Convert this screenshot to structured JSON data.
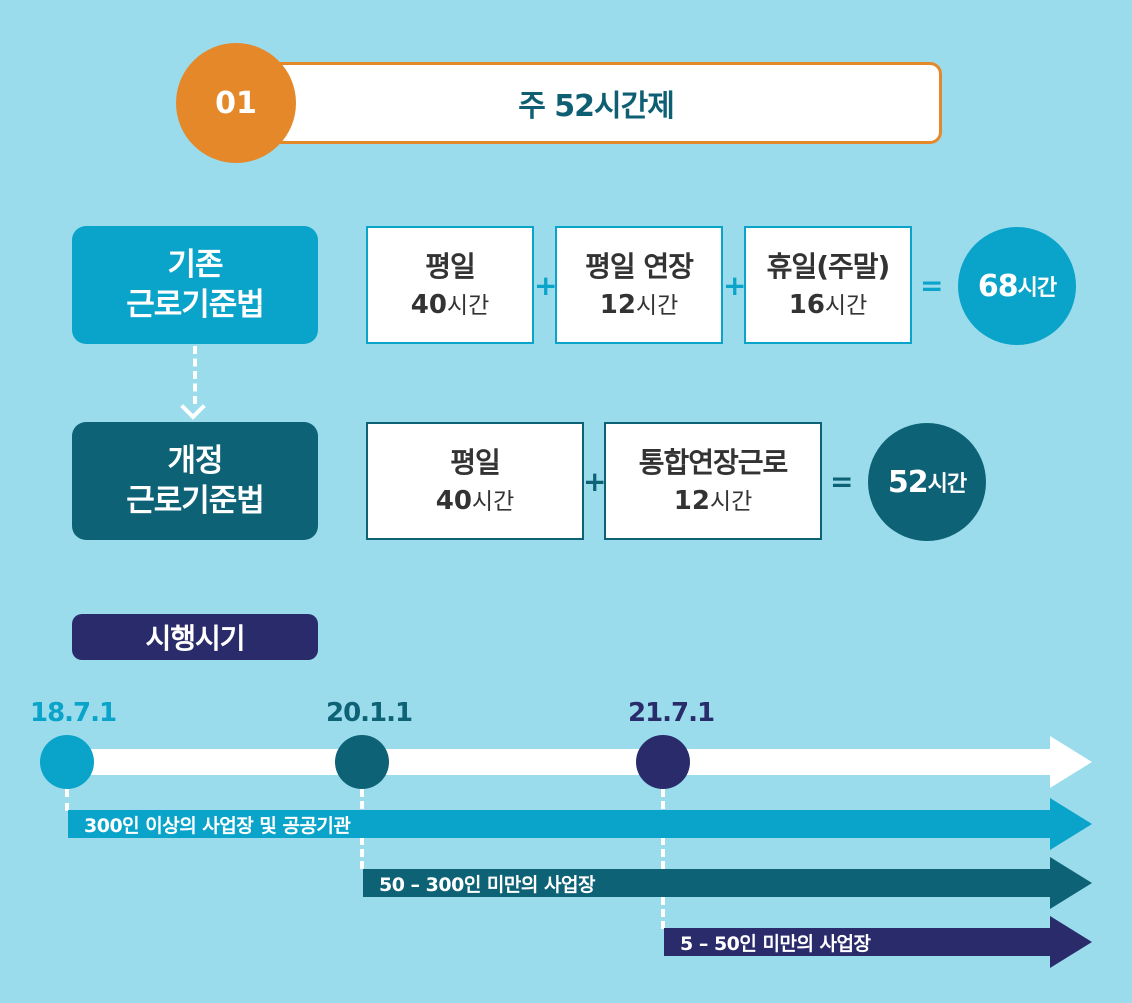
{
  "header": {
    "number": "01",
    "title": "주 52시간제"
  },
  "old_law": {
    "label_line1": "기존",
    "label_line2": "근로기준법",
    "items": [
      {
        "title": "평일",
        "hours": "40",
        "unit": "시간"
      },
      {
        "title": "평일 연장",
        "hours": "12",
        "unit": "시간"
      },
      {
        "title": "휴일(주말)",
        "hours": "16",
        "unit": "시간"
      }
    ],
    "total_value": "68",
    "total_unit": "시간"
  },
  "new_law": {
    "label_line1": "개정",
    "label_line2": "근로기준법",
    "items": [
      {
        "title": "평일",
        "hours": "40",
        "unit": "시간"
      },
      {
        "title": "통합연장근로",
        "hours": "12",
        "unit": "시간"
      }
    ],
    "total_value": "52",
    "total_unit": "시간"
  },
  "operators": {
    "plus": "+",
    "equals": "="
  },
  "timeline": {
    "heading": "시행시기",
    "dates": [
      "18.7.1",
      "20.1.1",
      "21.7.1"
    ],
    "bars": [
      "300인 이상의 사업장 및 공공기관",
      "50 – 300인 미만의 사업장",
      "5 – 50인 미만의 사업장"
    ]
  },
  "colors": {
    "background": "#9adcec",
    "orange": "#e5882a",
    "cyan": "#0aa3c9",
    "teal": "#0d6276",
    "navy": "#2a2b6b"
  }
}
